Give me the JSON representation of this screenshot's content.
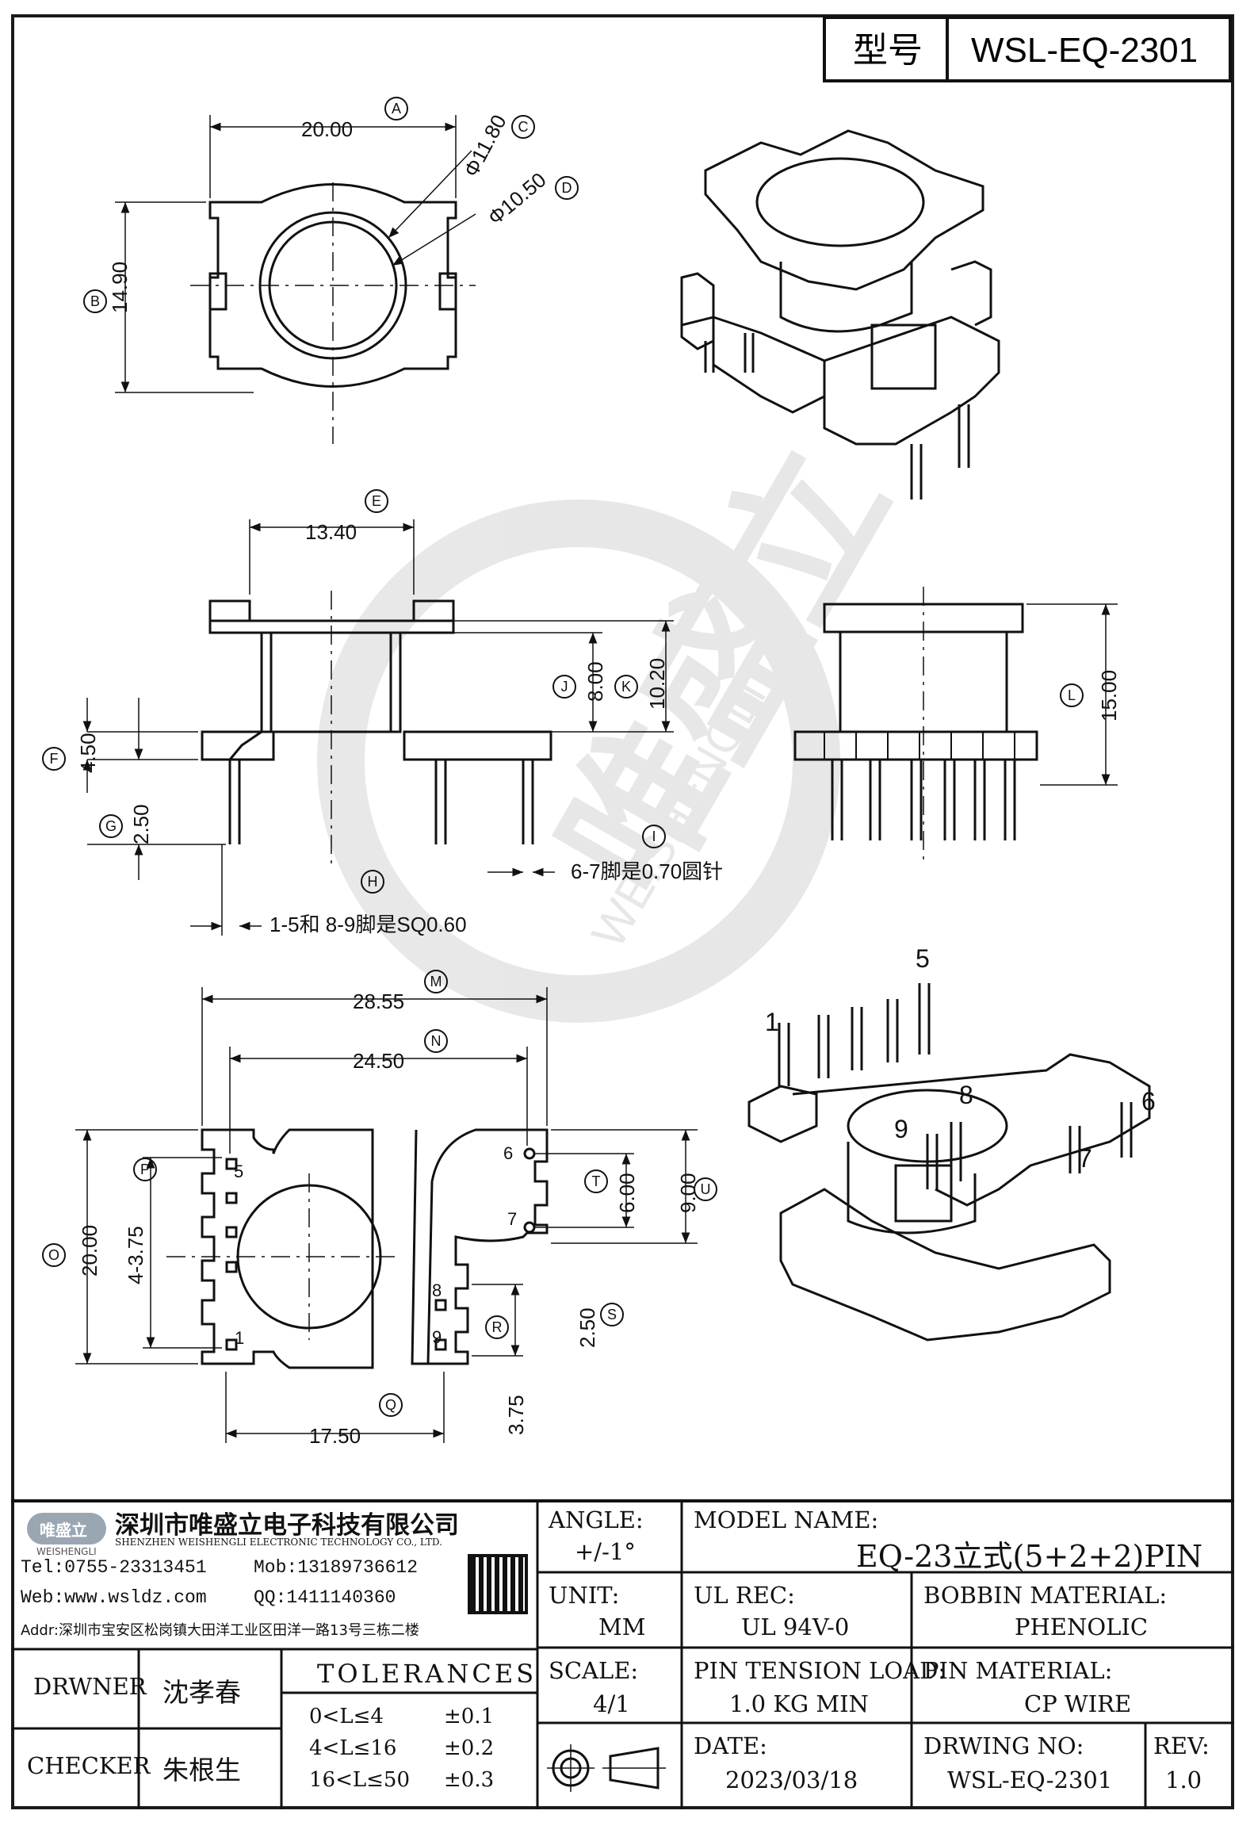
{
  "title_block": {
    "type_label": "型号",
    "type_value": "WSL-EQ-2301"
  },
  "dimensions": {
    "top_width": "20.00",
    "top_height": "14.90",
    "dia_outer": "Φ11.80",
    "dia_inner": "Φ10.50",
    "mid_width": "13.40",
    "height_8": "8.00",
    "height_10": "10.20",
    "flange": "4.50",
    "pin_len": "2.50",
    "side_height": "15.00",
    "pin_note_67": "6-7脚是0.70圆针",
    "pin_note_15": "1-5和 8-9脚是SQ0.60",
    "bot_28": "28.55",
    "bot_24": "24.50",
    "bot_20": "20.00",
    "bot_pitch": "4-3.75",
    "bot_6": "6.00",
    "bot_9": "9.00",
    "bot_250": "2.50",
    "bot_375": "3.75",
    "bot_175": "17.50"
  },
  "markers": {
    "A": "A",
    "B": "B",
    "C": "C",
    "D": "D",
    "E": "E",
    "F": "F",
    "G": "G",
    "H": "H",
    "I": "I",
    "J": "J",
    "K": "K",
    "L": "L",
    "M": "M",
    "N": "N",
    "O": "O",
    "P": "P",
    "Q": "Q",
    "R": "R",
    "S": "S",
    "T": "T",
    "U": "U"
  },
  "pin_numbers": {
    "p1": "1",
    "p5": "5",
    "p6": "6",
    "p7": "7",
    "p8": "8",
    "p9": "9"
  },
  "watermark": {
    "text": "唯盛立",
    "sub": "WEISHENGLI"
  },
  "company": {
    "logo_text": "唯盛立",
    "logo_sub": "WEISHENGLI",
    "name_cn": "深圳市唯盛立电子科技有限公司",
    "name_en": "SHENZHEN WEISHENGLI ELECTRONIC TECHNOLOGY CO., LTD.",
    "tel": "Tel:0755-23313451",
    "mob": "Mob:13189736612",
    "web": "Web:www.wsldz.com",
    "qq": "QQ:1411140360",
    "addr": "Addr:深圳市宝安区松岗镇大田洋工业区田洋一路13号三栋二楼"
  },
  "table": {
    "angle_label": "ANGLE:",
    "angle_value": "+/-1°",
    "model_label": "MODEL NAME:",
    "model_value": "EQ-23立式(5+2+2)PIN",
    "unit_label": "UNIT:",
    "unit_value": "MM",
    "ulrec_label": "UL REC:",
    "ulrec_value": "UL 94V-0",
    "bobbin_label": "BOBBIN MATERIAL:",
    "bobbin_value": "PHENOLIC",
    "drawner_label": "DRWNER",
    "drawner_value": "沈孝春",
    "tol_label": "TOLERANCES",
    "tol_rows": [
      {
        "range": "0<L≤4",
        "val": "±0.1"
      },
      {
        "range": "4<L≤16",
        "val": "±0.2"
      },
      {
        "range": "16<L≤50",
        "val": "±0.3"
      }
    ],
    "scale_label": "SCALE:",
    "scale_value": "4/1",
    "pin_tension_label": "PIN TENSION LOAD:",
    "pin_tension_value": "1.0 KG MIN",
    "pin_material_label": "PIN MATERIAL:",
    "pin_material_value": "CP WIRE",
    "checker_label": "CHECKER",
    "checker_value": "朱根生",
    "date_label": "DATE:",
    "date_value": "2023/03/18",
    "drwno_label": "DRWING NO:",
    "drwno_value": "WSL-EQ-2301",
    "rev_label": "REV:",
    "rev_value": "1.0"
  }
}
